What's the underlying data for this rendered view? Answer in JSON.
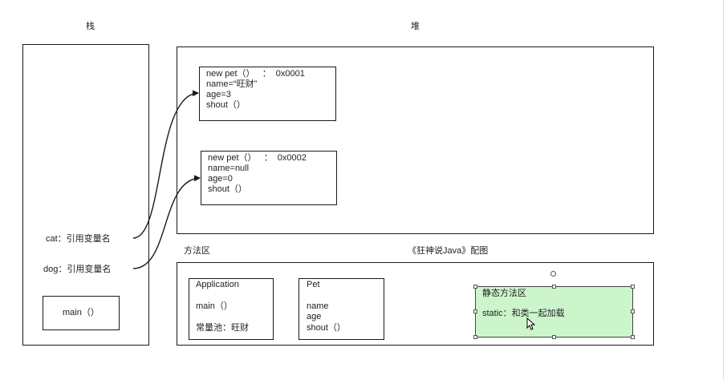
{
  "labels": {
    "stack": "栈",
    "heap": "堆",
    "method_area": "方法区",
    "caption": "《狂神说Java》配图"
  },
  "stack": {
    "cat_ref": "cat：引用变量名",
    "dog_ref": "dog：引用变量名",
    "main": "main（）"
  },
  "heap": {
    "obj1": {
      "lines": [
        "new pet（）   ：  0x0001",
        "name=“旺财”",
        "age=3",
        "shout（）"
      ]
    },
    "obj2": {
      "lines": [
        "new pet（）   ：  0x0002",
        "name=null",
        "age=0",
        "shout（）"
      ]
    }
  },
  "method_area": {
    "application": {
      "title": "Application",
      "main": "main（）",
      "pool": "常量池：旺财"
    },
    "pet": {
      "title": "Pet",
      "fields": [
        "name",
        "age",
        "shout（）"
      ]
    },
    "static_area": {
      "title": "静态方法区",
      "text": "static：和类一起加载"
    }
  },
  "colors": {
    "static_fill": "#ccf5cc",
    "stroke": "#1a1a1a"
  }
}
